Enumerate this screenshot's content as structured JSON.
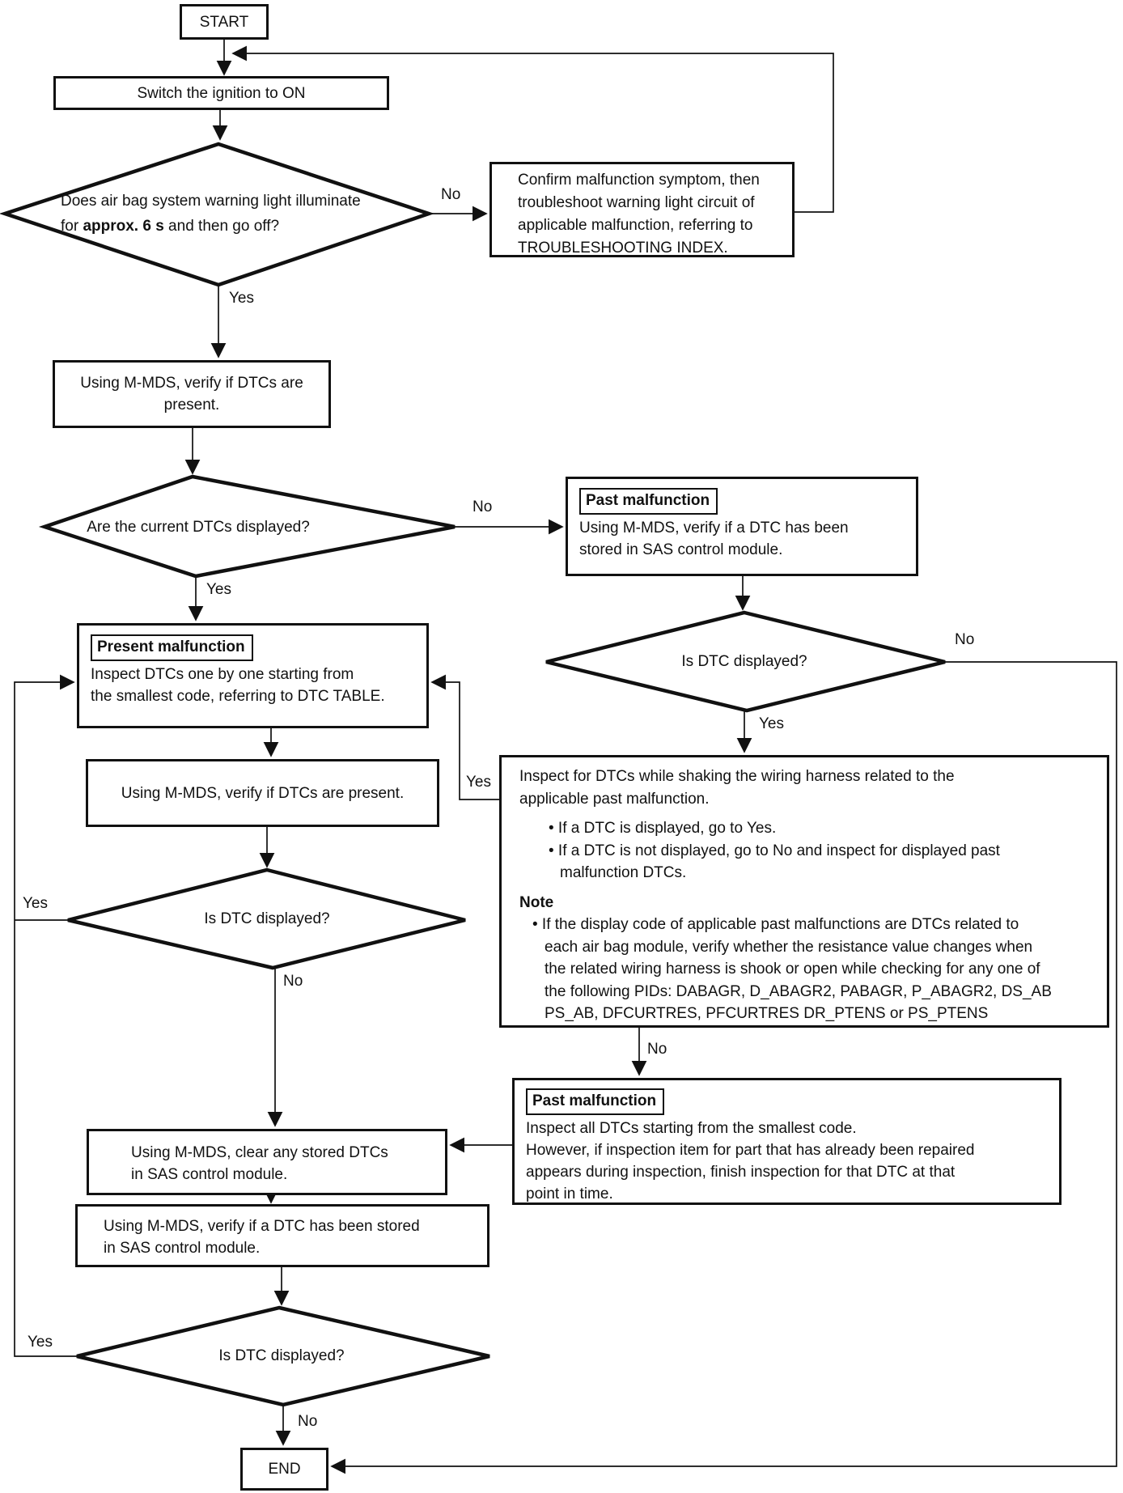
{
  "labels": {
    "yes": "Yes",
    "no": "No",
    "note": "Note"
  },
  "flowchart": {
    "start": "START",
    "end": "END",
    "switch_ignition": {
      "text": "Switch the ignition to ON"
    },
    "d_warning_light": {
      "line1": "Does air bag system warning light illuminate",
      "line2_prefix": "for ",
      "line2_bold": "approx. 6 s",
      "line2_suffix": " and then go off?"
    },
    "confirm": {
      "line1": "Confirm malfunction symptom, then",
      "line2": "troubleshoot warning light circuit of",
      "line3": "applicable malfunction, referring to",
      "line4": "TROUBLESHOOTING INDEX."
    },
    "verify_a": {
      "text": "Using M-MDS, verify if DTCs are present."
    },
    "d_current_dtc": {
      "text": "Are the current DTCs displayed?"
    },
    "past1": {
      "heading": "Past malfunction",
      "line1": "Using M-MDS, verify if a DTC has been",
      "line2": "stored in SAS control module."
    },
    "d_dtc_right": {
      "text": "Is DTC displayed?"
    },
    "present": {
      "heading": "Present malfunction",
      "line1": "Inspect DTCs one by one starting from",
      "line2": "the smallest code, referring to DTC TABLE."
    },
    "verify_b": {
      "text": "Using M-MDS, verify if DTCs are present."
    },
    "bigbox": {
      "line1": "Inspect for DTCs while shaking the wiring harness related to the",
      "line2": "applicable past malfunction.",
      "bullet1": "• If a DTC is displayed, go to Yes.",
      "bullet2a": "• If a DTC is not displayed, go to No and inspect for displayed past",
      "bullet2b": "malfunction DTCs.",
      "note1": "• If the display code of applicable past malfunctions are DTCs related to",
      "note2": "each air bag module, verify whether the resistance value changes when",
      "note3": "the related wiring harness is shook or open while checking for any one of",
      "note4": "the following PIDs: DABAGR, D_ABAGR2, PABAGR, P_ABAGR2, DS_AB",
      "note5": "PS_AB, DFCURTRES, PFCURTRES DR_PTENS or PS_PTENS"
    },
    "d_dtc_mid": {
      "text": "Is DTC displayed?"
    },
    "past2": {
      "heading": "Past malfunction",
      "line1": "Inspect all DTCs starting from the smallest code.",
      "line2": "However, if inspection item for part that has already been repaired",
      "line3": "appears during inspection, finish inspection for that DTC at that",
      "line4": "point in time."
    },
    "clear": {
      "line1": "Using M-MDS, clear any stored DTCs",
      "line2": "in SAS control module."
    },
    "stored": {
      "line1": "Using M-MDS, verify if a DTC has been stored",
      "line2": "in SAS control module."
    },
    "d_dtc_bottom": {
      "text": "Is DTC displayed?"
    }
  }
}
